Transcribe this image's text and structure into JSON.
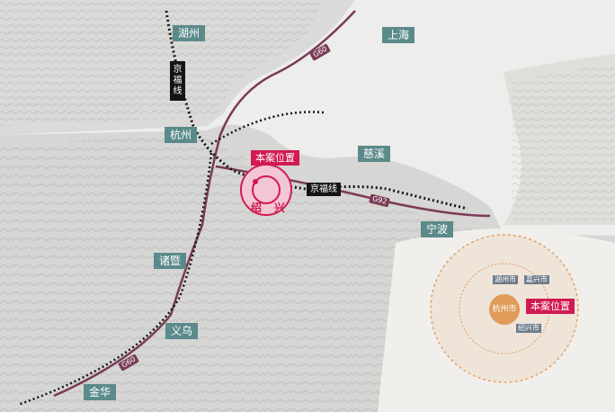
{
  "cities": {
    "huzhou": "湖州",
    "shanghai": "上海",
    "hangzhou": "杭州",
    "cixi": "慈溪",
    "ningbo": "宁波",
    "zhuji": "诸暨",
    "yiwu": "义乌",
    "jinhua": "金华"
  },
  "site": {
    "label": "本案位置",
    "district_left": "绍",
    "district_right": "兴"
  },
  "rail": {
    "vertical_label": "京福线",
    "horizontal_label": "京福线"
  },
  "highways": {
    "g60_north": "G60",
    "g60_south": "G60",
    "g92": "G92"
  },
  "inset": {
    "center_label": "杭州市",
    "site_label": "本案位置",
    "huzhou": "湖州市",
    "jiaxing": "嘉兴市",
    "shaoxing": "绍兴市"
  },
  "colors": {
    "land": "#d8d8d6",
    "sea": "#eeeeed",
    "label_bg": "#5b8a8a",
    "site_red": "#d11a52",
    "highway": "#7a3b57",
    "rail": "#141414"
  }
}
